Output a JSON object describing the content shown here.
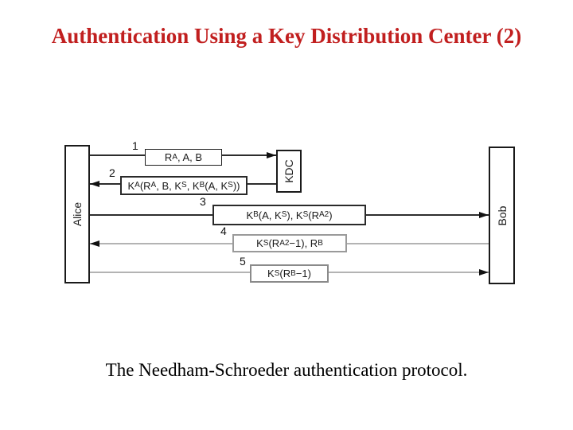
{
  "slide": {
    "title": "Authentication Using a Key Distribution Center (2)",
    "caption": "The Needham-Schroeder authentication protocol."
  },
  "colors": {
    "title_red": "#c11f1f",
    "caption_black": "#000000",
    "line_dark": "#2d2d2d",
    "line_light": "#b3b3b3",
    "box_border_dark": "#2a2a2a",
    "box_border_gray": "#9a9a9a",
    "arrowhead_black": "#111111"
  },
  "diagram": {
    "actors": [
      {
        "id": "alice",
        "label": "Alice"
      },
      {
        "id": "kdc",
        "label": "KDC"
      },
      {
        "id": "bob",
        "label": "Bob"
      }
    ],
    "steps": [
      {
        "num": "1",
        "message": "R_A, A, B",
        "direction": "right",
        "from": "Alice",
        "to": "KDC"
      },
      {
        "num": "2",
        "message": "K_A (R_A, B, K_S, K_B(A, K_S))",
        "direction": "left",
        "from": "KDC",
        "to": "Alice"
      },
      {
        "num": "3",
        "message": "K_B(A, K_S), K_S (R_A2)",
        "direction": "right",
        "from": "Alice",
        "to": "Bob"
      },
      {
        "num": "4",
        "message": "K_S (R_A2 −1), R_B",
        "direction": "left",
        "from": "Bob",
        "to": "Alice"
      },
      {
        "num": "5",
        "message": "K_S (R_B −1)",
        "direction": "right",
        "from": "Alice",
        "to": "Bob"
      }
    ]
  }
}
